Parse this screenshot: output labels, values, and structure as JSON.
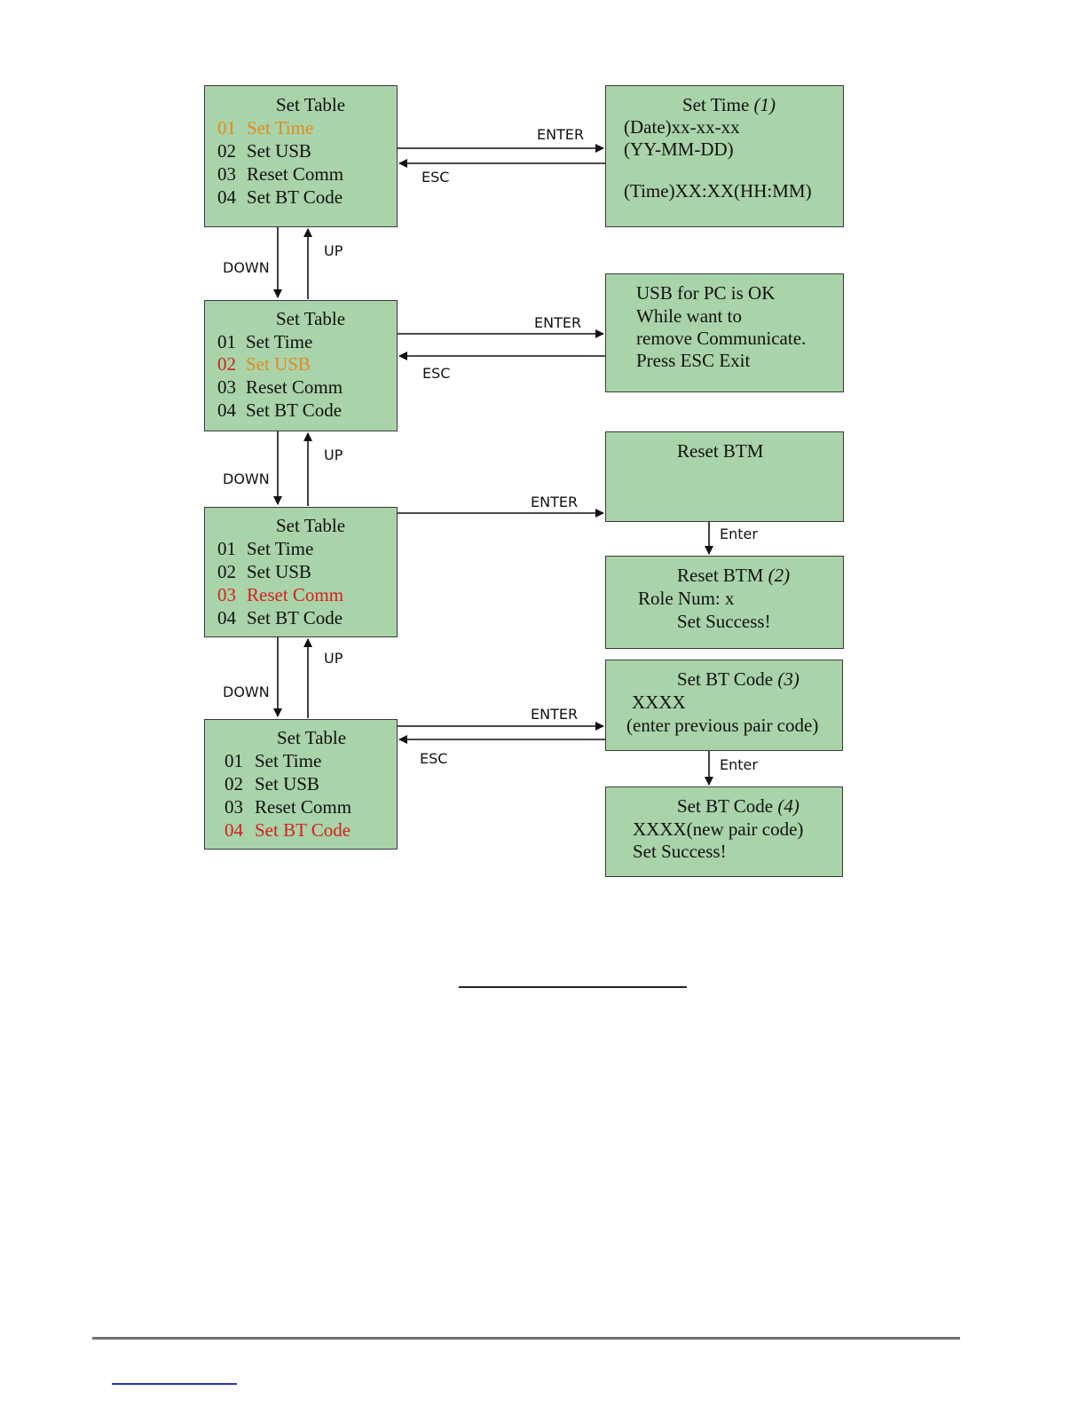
{
  "menus": [
    {
      "title": "Set Table",
      "items": [
        {
          "num": "01",
          "label": "Set Time",
          "color": "#e38a1e"
        },
        {
          "num": "02",
          "label": "Set USB",
          "color": "#111111"
        },
        {
          "num": "03",
          "label": "Reset Comm",
          "color": "#111111"
        },
        {
          "num": "04",
          "label": "Set BT Code",
          "color": "#111111"
        }
      ]
    },
    {
      "title": "Set Table",
      "items": [
        {
          "num": "01",
          "label": "Set Time",
          "color": "#111111"
        },
        {
          "num": "02",
          "label": "Set USB",
          "color": "#e38a1e",
          "num_color": "#d42020"
        },
        {
          "num": "03",
          "label": "Reset Comm",
          "color": "#111111"
        },
        {
          "num": "04",
          "label": "Set BT Code",
          "color": "#111111"
        }
      ]
    },
    {
      "title": "Set Table",
      "items": [
        {
          "num": "01",
          "label": "Set Time",
          "color": "#111111"
        },
        {
          "num": "02",
          "label": "Set USB",
          "color": "#111111"
        },
        {
          "num": "03",
          "label": "Reset Comm",
          "color": "#d42020"
        },
        {
          "num": "04",
          "label": "Set BT Code",
          "color": "#111111"
        }
      ]
    },
    {
      "title": "Set Table",
      "items": [
        {
          "num": "01",
          "label": "Set Time",
          "color": "#111111"
        },
        {
          "num": "02",
          "label": "Set USB",
          "color": "#111111"
        },
        {
          "num": "03",
          "label": "Reset Comm",
          "color": "#111111"
        },
        {
          "num": "04",
          "label": "Set BT Code",
          "color": "#d42020"
        }
      ]
    }
  ],
  "screens": {
    "set_time": {
      "title": "Set Time",
      "note": "(1)",
      "line1": "(Date)xx-xx-xx",
      "line2": "(YY-MM-DD)",
      "line3": "(Time)XX:XX(HH:MM)"
    },
    "usb": {
      "line1": "USB for PC is OK",
      "line2": "While want to",
      "line3": "remove Communicate.",
      "line4": "Press ESC Exit"
    },
    "reset_btm": {
      "title": "Reset BTM"
    },
    "reset_btm_done": {
      "title": "Reset BTM",
      "note": "(2)",
      "line1": "Role Num: x",
      "line2": "Set Success!"
    },
    "bt_code": {
      "title": "Set BT Code",
      "note": "(3)",
      "line1": "XXXX",
      "line2": "(enter previous pair code)"
    },
    "bt_code_done": {
      "title": "Set BT Code",
      "note": "(4)",
      "line1": "XXXX(new pair code)",
      "line2": "Set Success!"
    }
  },
  "labels": {
    "enter": "ENTER",
    "esc": "ESC",
    "down": "DOWN",
    "up": "UP",
    "enter_small": "Enter"
  },
  "colors": {
    "box_fill": "#a9d3a9",
    "highlight_orange": "#e38a1e",
    "highlight_red": "#d42020"
  }
}
